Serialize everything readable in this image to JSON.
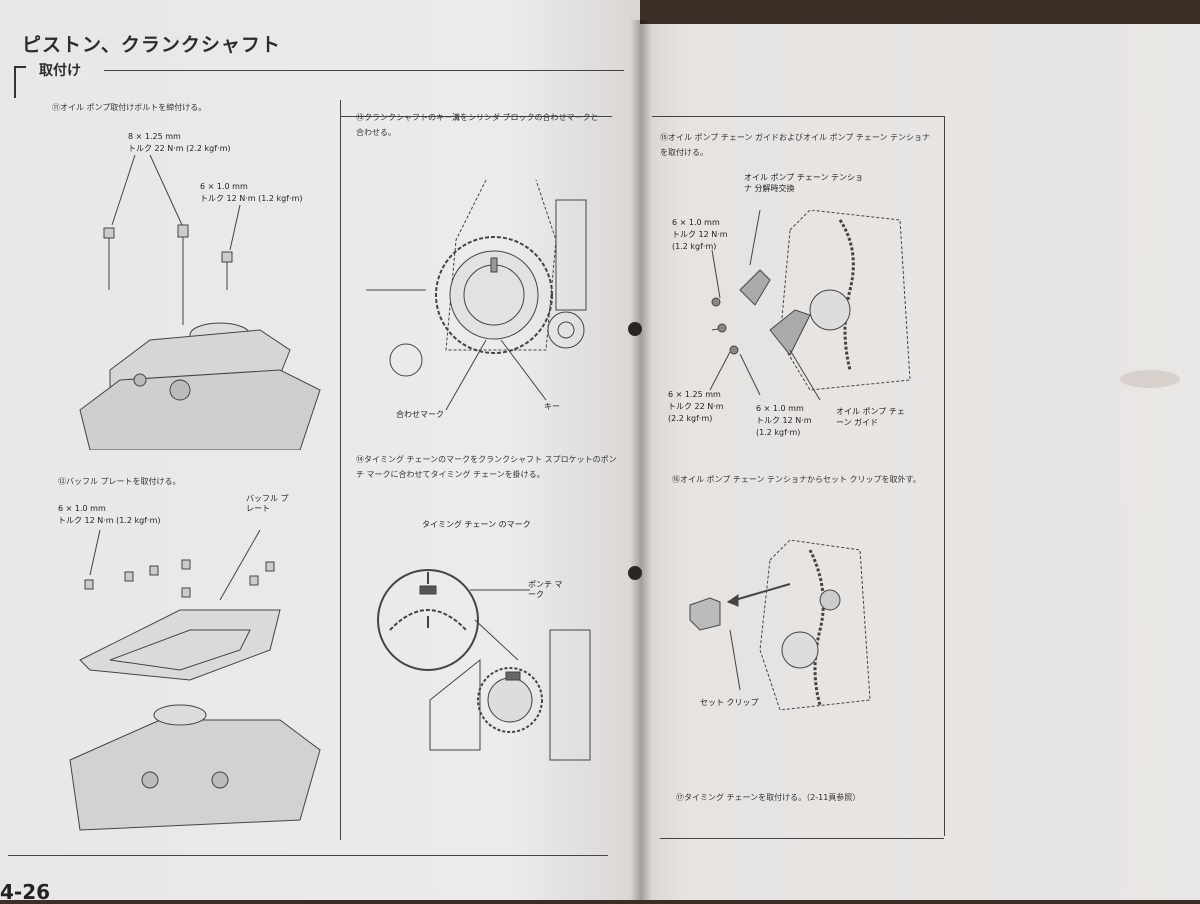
{
  "page": {
    "title": "ピストン、クランクシャフト",
    "section": "取付け",
    "page_number": "4-26"
  },
  "steps": {
    "s11": "⑪オイル ポンプ取付けボルトを締付ける。",
    "s12": "⑫バッフル プレートを取付ける。",
    "s13": "⑬クランクシャフトのキー溝をシリンダ ブロックの合わせマークと合わせる。",
    "s14": "⑭タイミング チェーンのマークをクランクシャフト スプロケットのポンチ マークに合わせてタイミング チェーンを掛ける。",
    "s15": "⑮オイル ポンプ チェーン ガイドおよびオイル ポンプ チェーン テンショナを取付ける。",
    "s16": "⑯オイル ポンプ チェーン テンショナからセット クリップを取外す。",
    "s17": "⑰タイミング チェーンを取付ける。（2-11頁参照）"
  },
  "labels": {
    "bolt_8_spec": "8 × 1.25 mm",
    "torque_22": "トルク 22 N·m (2.2 kgf·m)",
    "bolt_6_spec": "6 × 1.0 mm",
    "torque_12": "トルク 12 N·m (1.2 kgf·m)",
    "baffle_bolt_spec": "6 × 1.0 mm",
    "baffle_torque": "トルク 12 N·m (1.2 kgf·m)",
    "baffle_plate": "バッフル プレート",
    "align_mark": "合わせマーク",
    "key": "キー",
    "chain_mark": "タイミング チェーン のマーク",
    "punch_mark": "ポンチ マーク",
    "tensioner": "オイル ポンプ チェーン テンショナ 分解時交換",
    "r_bolt1_spec": "6 × 1.0 mm",
    "r_bolt1_torque": "トルク 12 N·m",
    "r_bolt1_kgf": "(1.2 kgf·m)",
    "r_bolt2_spec": "6 × 1.25 mm",
    "r_bolt2_torque": "トルク 22 N·m",
    "r_bolt2_kgf": "(2.2 kgf·m)",
    "r_bolt3_spec": "6 × 1.0 mm",
    "r_bolt3_torque": "トルク 12 N·m",
    "r_bolt3_kgf": "(1.2 kgf·m)",
    "chain_guide": "オイル ポンプ チェーン ガイド",
    "set_clip": "セット クリップ"
  }
}
